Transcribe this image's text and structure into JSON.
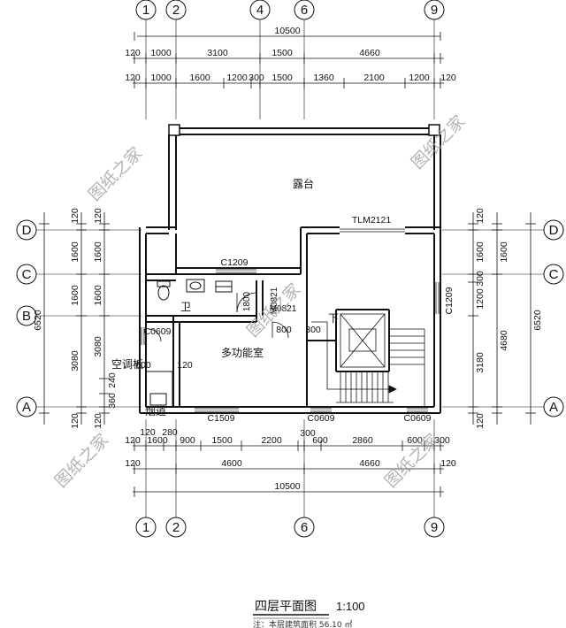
{
  "axes": {
    "top": [
      "1",
      "2",
      "4",
      "6",
      "9"
    ],
    "bottom": [
      "1",
      "2",
      "6",
      "9"
    ],
    "left": [
      "D",
      "C",
      "B",
      "A"
    ],
    "right": [
      "D",
      "C",
      "A"
    ]
  },
  "dims": {
    "top_total": "10500",
    "top_row2": [
      "120",
      "1000",
      "3100",
      "1500",
      "4660"
    ],
    "top_row3": [
      "120",
      "1000",
      "1600",
      "1200",
      "300",
      "1500",
      "1360",
      "2100",
      "1200",
      "120"
    ],
    "bottom_row1": [
      "120",
      "1600",
      "900",
      "1500",
      "2200",
      "300",
      "600",
      "2860",
      "600",
      "300",
      "120",
      "280"
    ],
    "bottom_row2": [
      "120",
      "4600",
      "4660",
      "120"
    ],
    "bottom_total": "10500",
    "left_outer": [
      "120",
      "1600",
      "1600",
      "3080",
      "120"
    ],
    "left_inner": [
      "120",
      "1600",
      "1600",
      "3080",
      "360",
      "240",
      "120"
    ],
    "left_total": "6520",
    "right_inner": [
      "120",
      "1600",
      "1600",
      "300",
      "1200",
      "3180",
      "120"
    ],
    "right_mid": "4680",
    "right_total": "6520"
  },
  "labels": {
    "terrace": "露台",
    "tlm": "TLM2121",
    "c1209_top": "C1209",
    "c1209_right": "C1209",
    "wc": "卫",
    "m0821_a": "M0821",
    "m0821_b": "M0821",
    "c0609_left": "C0609",
    "multi_room": "多功能室",
    "ac_board": "空调板",
    "d600": "600",
    "d120": "120",
    "d800": "800",
    "d300": "300",
    "d1800": "1800",
    "down": "下",
    "c1509": "C1509",
    "c0609_b1": "C0609",
    "c0609_b2": "C0609",
    "flue": "烟道"
  },
  "watermark": "图纸之家",
  "title": {
    "name": "四层平面图",
    "scale": "1:100",
    "note": "注：本层建筑面积 56.10 ㎡"
  }
}
